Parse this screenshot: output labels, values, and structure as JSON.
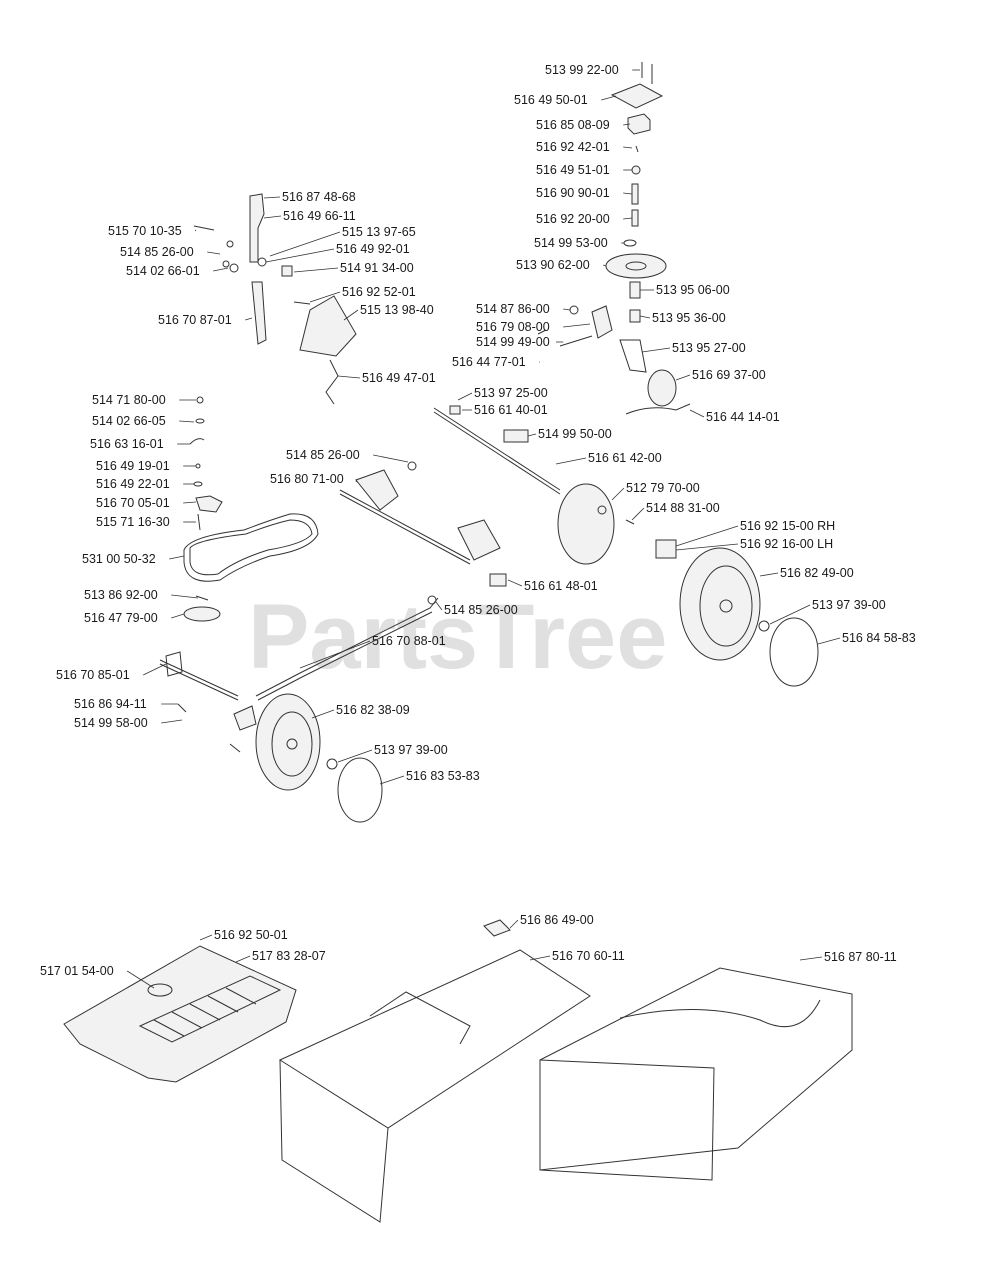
{
  "watermark": "PartsTree",
  "labels": [
    "513 99 22-00",
    "516 49 50-01",
    "516 85 08-09",
    "516 92 42-01",
    "516 49 51-01",
    "516 90 90-01",
    "516 92 20-00",
    "514 99 53-00",
    "513 90 62-00",
    "513 95 06-00",
    "514 87 86-00",
    "516 79 08-00",
    "514 99 49-00",
    "516 44 77-01",
    "513 95 36-00",
    "513 95 27-00",
    "516 69 37-00",
    "516 44 14-01",
    "516 87 48-68",
    "516 49 66-11",
    "515 70 10-35",
    "514 85 26-00",
    "514 02 66-01",
    "515 13 97-65",
    "516 49 92-01",
    "514 91 34-00",
    "516 92 52-01",
    "515 13 98-40",
    "516 70 87-01",
    "516 49 47-01",
    "514 71 80-00",
    "514 02 66-05",
    "516 63 16-01",
    "516 49 19-01",
    "516 49 22-01",
    "516 70 05-01",
    "515 71 16-30",
    "531 00 50-32",
    "513 97 25-00",
    "516 61 40-01",
    "514 99 50-00",
    "516 61 42-00",
    "514 85 26-00",
    "516 80 71-00",
    "512 79 70-00",
    "514 88 31-00",
    "516 92 15-00 RH",
    "516 92 16-00 LH",
    "516 61 48-01",
    "516 82 49-00",
    "513 86 92-00",
    "516 47 79-00",
    "514 85 26-00",
    "516 70 88-01",
    "513 97 39-00",
    "516 84 58-83",
    "516 70 85-01",
    "516 86 94-11",
    "514 99 58-00",
    "516 82 38-09",
    "513 97 39-00",
    "516 83 53-83",
    "516 86 49-00",
    "516 92 50-01",
    "516 70 60-11",
    "516 87 80-11",
    "517 01 54-00",
    "517 83 28-07"
  ]
}
